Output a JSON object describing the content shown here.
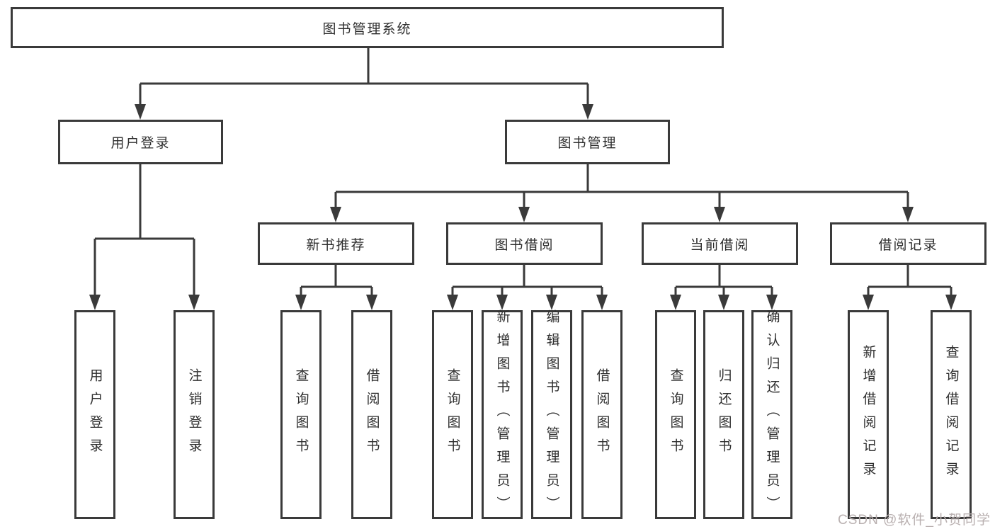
{
  "colors": {
    "line": "#3a3a3a",
    "text": "#2e2e2e",
    "box_background": "#ffffff",
    "watermark": "#b9b0b0",
    "page_background": "#ffffff"
  },
  "nodes": {
    "root": "图书管理系统",
    "user_login": "用户登录",
    "book_management": "图书管理",
    "new_book_recommend": "新书推荐",
    "book_borrow": "图书借阅",
    "current_borrow": "当前借阅",
    "borrow_records": "借阅记录",
    "leaf_user_login": "用户登录",
    "leaf_logout": "注销登录",
    "leaf_nbr_query_book": "查询图书",
    "leaf_nbr_borrow_book": "借阅图书",
    "leaf_bb_query_book": "查询图书",
    "leaf_bb_add_book_admin": "新增图书（管理员）",
    "leaf_bb_edit_book_admin": "编辑图书（管理员）",
    "leaf_bb_borrow_book": "借阅图书",
    "leaf_cb_query_book": "查询图书",
    "leaf_cb_return_book": "归还图书",
    "leaf_cb_confirm_return_admin": "确认归还（管理员）",
    "leaf_br_add_record": "新增借阅记录",
    "leaf_br_query_record": "查询借阅记录"
  },
  "structure": {
    "root": [
      "user_login",
      "book_management"
    ],
    "user_login": [
      "leaf_user_login",
      "leaf_logout"
    ],
    "book_management": [
      "new_book_recommend",
      "book_borrow",
      "current_borrow",
      "borrow_records"
    ],
    "new_book_recommend": [
      "leaf_nbr_query_book",
      "leaf_nbr_borrow_book"
    ],
    "book_borrow": [
      "leaf_bb_query_book",
      "leaf_bb_add_book_admin",
      "leaf_bb_edit_book_admin",
      "leaf_bb_borrow_book"
    ],
    "current_borrow": [
      "leaf_cb_query_book",
      "leaf_cb_return_book",
      "leaf_cb_confirm_return_admin"
    ],
    "borrow_records": [
      "leaf_br_add_record",
      "leaf_br_query_record"
    ]
  },
  "watermark": "CSDN @软件_小贺同学"
}
